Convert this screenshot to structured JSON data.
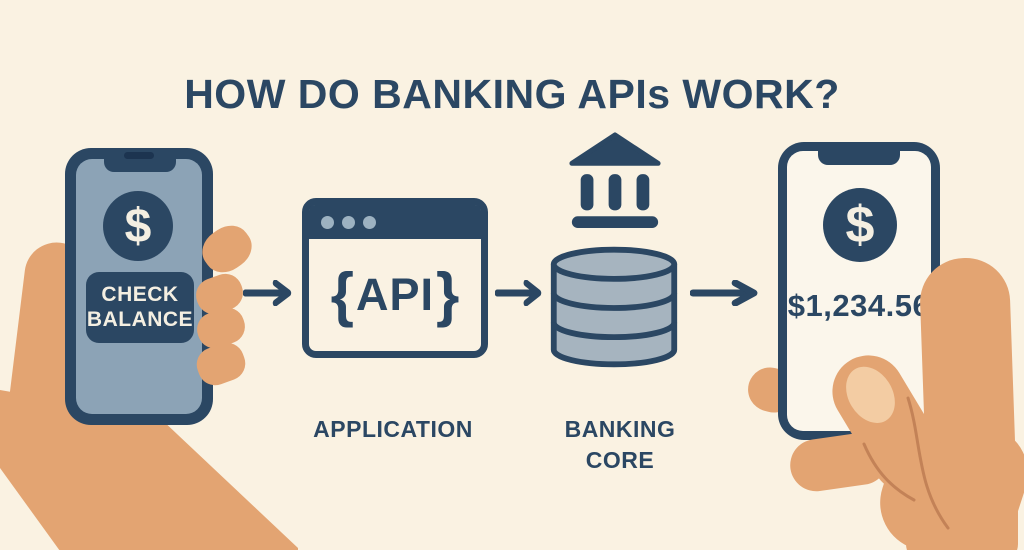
{
  "title": "HOW DO BANKING APIs WORK?",
  "flow": {
    "request_phone": {
      "dollar_symbol": "$",
      "button_line1": "CHECK",
      "button_line2": "BALANCE"
    },
    "application": {
      "brace_open": "{",
      "api": "API",
      "brace_close": "}",
      "label": "APPLICATION"
    },
    "banking_core": {
      "label_line1": "BANKING",
      "label_line2": "CORE"
    },
    "result_phone": {
      "dollar_symbol": "$",
      "balance": "$1,234.56"
    }
  },
  "colors": {
    "background": "#FAF2E2",
    "navy": "#2B4763",
    "screen_blue": "#8CA3B6",
    "database_fill": "#A6B4BF",
    "skin": "#E3A472",
    "thumbnail": "#F3CCA3",
    "light_text": "#F4EFE2"
  }
}
